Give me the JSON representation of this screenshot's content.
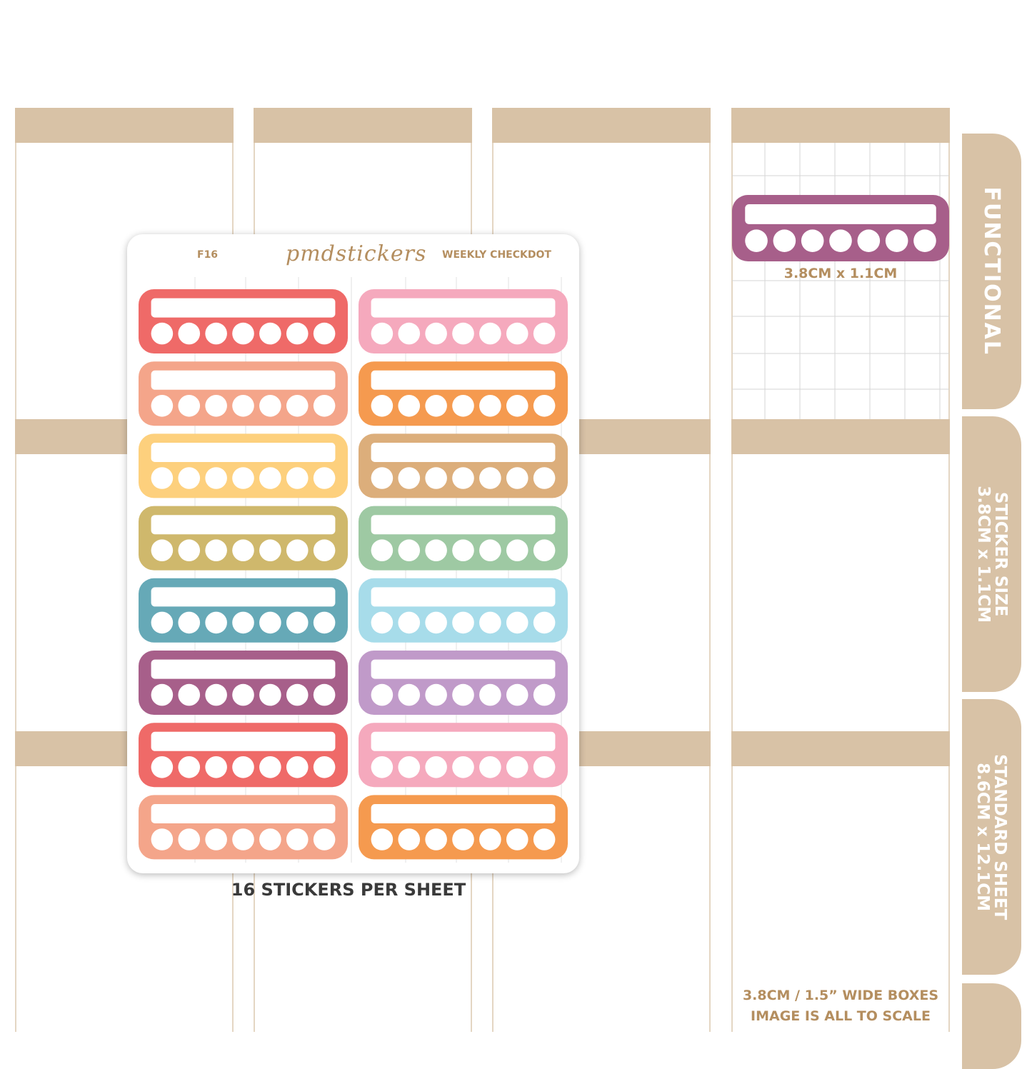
{
  "sheet": {
    "code": "F16",
    "brand": "pmdstickers",
    "name": "WEEKLY CHECKDOT",
    "count_label": "16 STICKERS PER SHEET",
    "dots_per_sticker": 7,
    "sticker_colors": [
      [
        "#ef6a68",
        "#f5a9bd"
      ],
      [
        "#f4a58a",
        "#f59a4f"
      ],
      [
        "#fdd07d",
        "#dcae7b"
      ],
      [
        "#cfb86c",
        "#9ec9a3"
      ],
      [
        "#66a9b7",
        "#a7dcea"
      ],
      [
        "#a75f8a",
        "#c09ac9"
      ],
      [
        "#ef6a68",
        "#f5a9bd"
      ],
      [
        "#f4a58a",
        "#f59a4f"
      ]
    ]
  },
  "preview": {
    "color": "#a75f8a",
    "size_label": "3.8CM x 1.1CM"
  },
  "side_tabs": [
    {
      "line1": "FUNCTIONAL",
      "line2": ""
    },
    {
      "line1": "STICKER SIZE",
      "line2": "3.8CM x 1.1CM"
    },
    {
      "line1": "STANDARD SHEET",
      "line2": "8.6CM x 12.1CM"
    }
  ],
  "footer": {
    "line1": "3.8CM / 1.5” WIDE BOXES",
    "line2": "IMAGE IS ALL TO SCALE"
  },
  "colors": {
    "band": "#d8c2a6",
    "text_gold": "#b48e5f",
    "text_dark": "#3a3a3a"
  }
}
